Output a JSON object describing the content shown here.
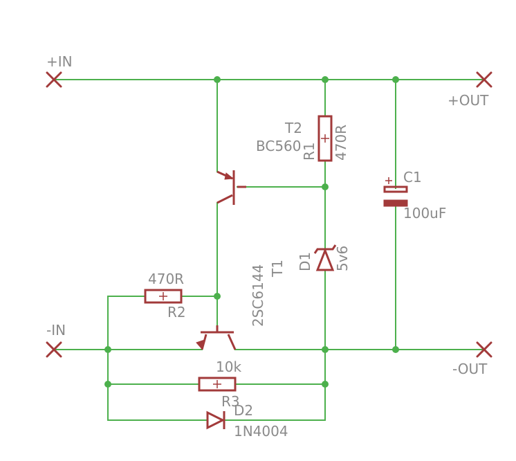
{
  "terminals": {
    "plus_in": "+IN",
    "minus_in": "-IN",
    "plus_out": "+OUT",
    "minus_out": "-OUT"
  },
  "components": {
    "t2": {
      "name": "T2",
      "value": "BC560"
    },
    "r1": {
      "name": "R1",
      "value": "470R"
    },
    "c1": {
      "name": "C1",
      "value": "100uF"
    },
    "d1": {
      "name": "D1",
      "value": "5v6"
    },
    "t1": {
      "name": "T1",
      "value": "2SC6144"
    },
    "r2": {
      "name": "R2",
      "value": "470R"
    },
    "r3": {
      "name": "R3",
      "value": "10k"
    },
    "d2": {
      "name": "D2",
      "value": "1N4004"
    }
  },
  "colors": {
    "wire": "#4cb04c",
    "component": "#a23a3a",
    "label": "#8a8a8a"
  }
}
